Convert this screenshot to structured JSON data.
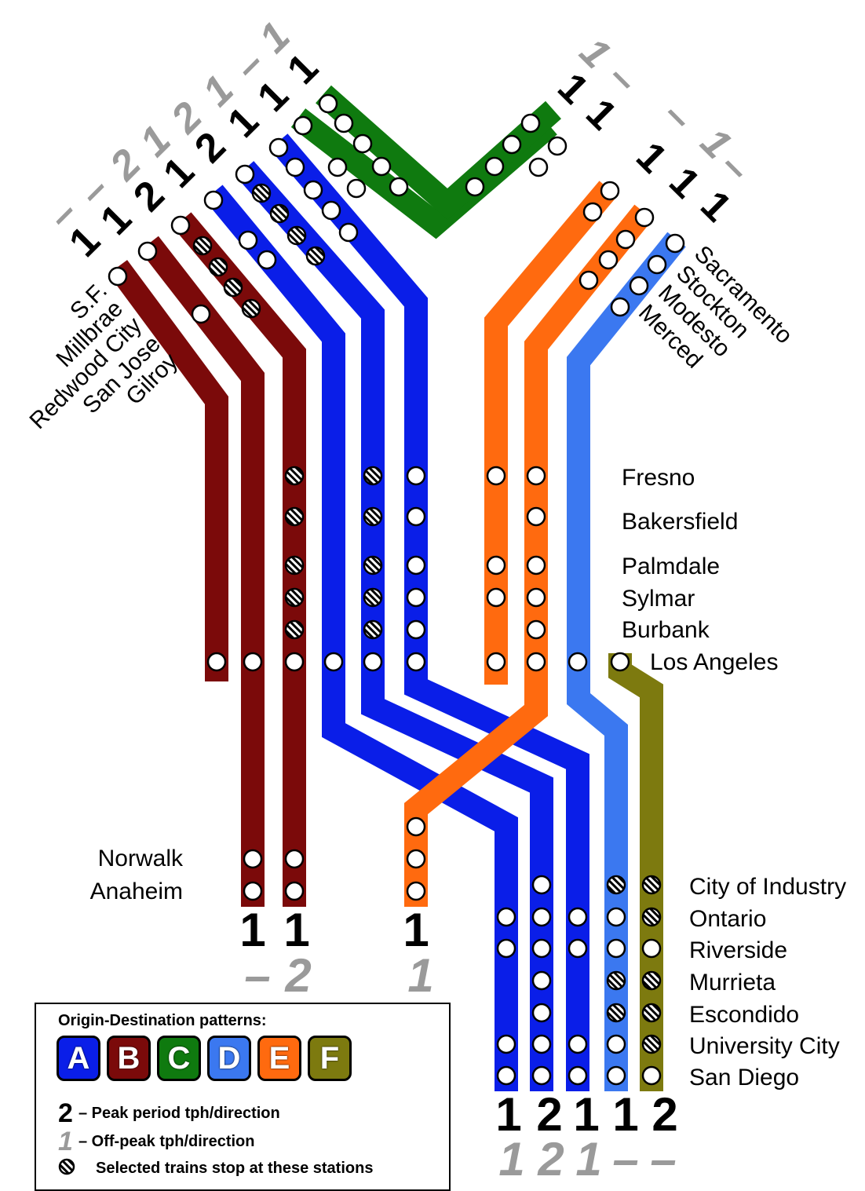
{
  "colors": {
    "A": "#0a1ee8",
    "B": "#7b0a0a",
    "C": "#0f7a0f",
    "D": "#3b78f0",
    "E": "#ff6a0f",
    "F": "#7d7a0f"
  },
  "north_stations": [
    "S.F.",
    "Millbrae",
    "Redwood City",
    "San Jose",
    "Gilroy"
  ],
  "northeast_stations": [
    "Sacramento",
    "Stockton",
    "Modesto",
    "Merced"
  ],
  "central_stations": [
    "Fresno",
    "Bakersfield",
    "Palmdale",
    "Sylmar",
    "Burbank",
    "Los Angeles"
  ],
  "south_west_stations": [
    "Norwalk",
    "Anaheim"
  ],
  "south_east_stations": [
    "City of Industry",
    "Ontario",
    "Riverside",
    "Murrieta",
    "Escondido",
    "University City",
    "San Diego"
  ],
  "top_peak_numbers": [
    "1",
    "1",
    "2",
    "1",
    "2",
    "1",
    "1",
    "1"
  ],
  "top_offpeak_numbers": [
    "–",
    "–",
    "2",
    "1",
    "2",
    "1",
    "–",
    "1"
  ],
  "green_right_peak": [
    "1",
    "1"
  ],
  "green_right_offpeak": [
    "1",
    "–"
  ],
  "ne_peak": [
    "1",
    "1",
    "1"
  ],
  "ne_offpeak": [
    "–",
    "1",
    "–"
  ],
  "bottom_left_peak": [
    "1",
    "1",
    "1"
  ],
  "bottom_left_offpeak": [
    "–",
    "2",
    "1"
  ],
  "bottom_right_peak": [
    "1",
    "2",
    "1",
    "1",
    "2"
  ],
  "bottom_right_offpeak": [
    "1",
    "2",
    "1",
    "–",
    "–"
  ],
  "legend": {
    "title": "Origin-Destination patterns:",
    "patterns": [
      "A",
      "B",
      "C",
      "D",
      "E",
      "F"
    ],
    "peak_symbol": "2",
    "peak_text": "– Peak period tph/direction",
    "offpeak_symbol": "1",
    "offpeak_text": "– Off-peak tph/direction",
    "selected_text": "Selected trains stop at these stations"
  }
}
